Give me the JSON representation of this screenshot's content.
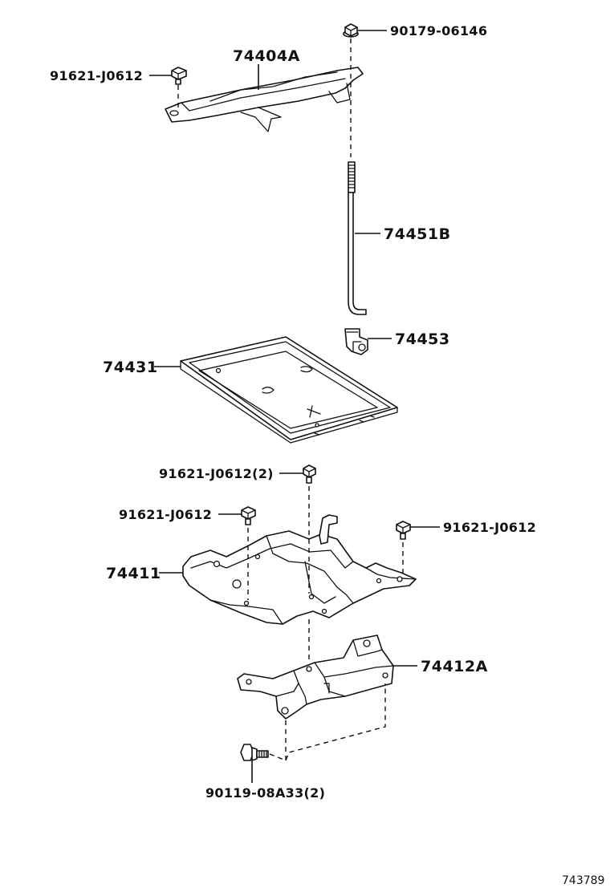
{
  "diagram": {
    "labels": {
      "p90179_06146": "90179-06146",
      "p74404A": "74404A",
      "p91621_top": "91621-J0612",
      "p74451B": "74451B",
      "p74453": "74453",
      "p74431": "74431",
      "p91621_center": "91621-J0612(2)",
      "p91621_left": "91621-J0612",
      "p91621_right": "91621-J0612",
      "p74411": "74411",
      "p74412A": "74412A",
      "p90119_08A33": "90119-08A33(2)"
    },
    "figure_id": "743789"
  }
}
